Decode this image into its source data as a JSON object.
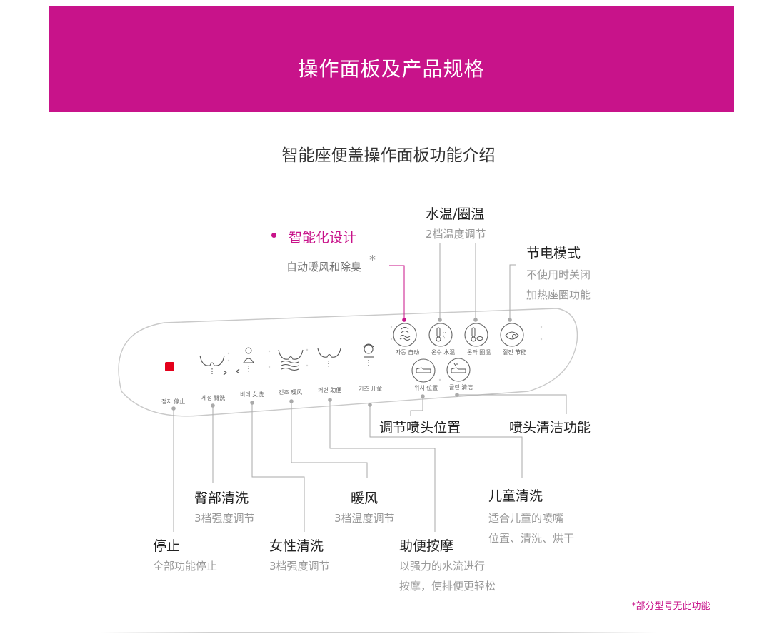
{
  "banner": {
    "title": "操作面板及产品规格"
  },
  "section_title": "智能座便盖操作面板功能介绍",
  "smart": {
    "title": "智能化设计",
    "desc": "自动暖风和除臭",
    "star": "*"
  },
  "panel": {
    "stop_label": "정지 停止",
    "button_labels": [
      "세정 臀洗",
      "비데 女洗",
      "건조 暖风",
      "쾌변 助便",
      "키즈 儿童"
    ],
    "round_labels": [
      "자동 自动",
      "온수 水温",
      "온좌 圈温",
      "절전 节能"
    ],
    "nozzle_labels": [
      "위치 位置",
      "클린 清洁"
    ]
  },
  "features": {
    "water_temp": {
      "title": "水温/圈温",
      "desc": "2档温度调节"
    },
    "eco": {
      "title": "节电模式",
      "desc1": "不使用时关闭",
      "desc2": "加热座圈功能"
    },
    "nozzle_pos": {
      "title": "调节喷头位置"
    },
    "nozzle_clean": {
      "title": "喷头清洁功能"
    },
    "rear_wash": {
      "title": "臀部清洗",
      "desc": "3档强度调节"
    },
    "warm_air": {
      "title": "暖风",
      "desc": "3档温度调节"
    },
    "kids_wash": {
      "title": "儿童清洗",
      "desc1": "适合儿童的喷嘴",
      "desc2": "位置、清洗、烘干"
    },
    "stop": {
      "title": "停止",
      "desc": "全部功能停止"
    },
    "female_wash": {
      "title": "女性清洗",
      "desc": "3档强度调节"
    },
    "massage": {
      "title": "助便按摩",
      "desc1": "以强力的水流进行",
      "desc2": "按摩，使排便更轻松"
    }
  },
  "footnote": "*部分型号无此功能",
  "colors": {
    "brand": "#c8138a",
    "stop_button": "#e4001b",
    "leader_line": "#aaaaaa"
  },
  "icons": [
    "fan-deodorize-icon",
    "water-thermometer-icon",
    "seat-thermometer-icon",
    "eco-power-icon",
    "nozzle-position-icon",
    "nozzle-clean-icon",
    "rear-wash-icon",
    "female-wash-icon",
    "dry-air-icon",
    "massage-icon",
    "kids-icon"
  ]
}
